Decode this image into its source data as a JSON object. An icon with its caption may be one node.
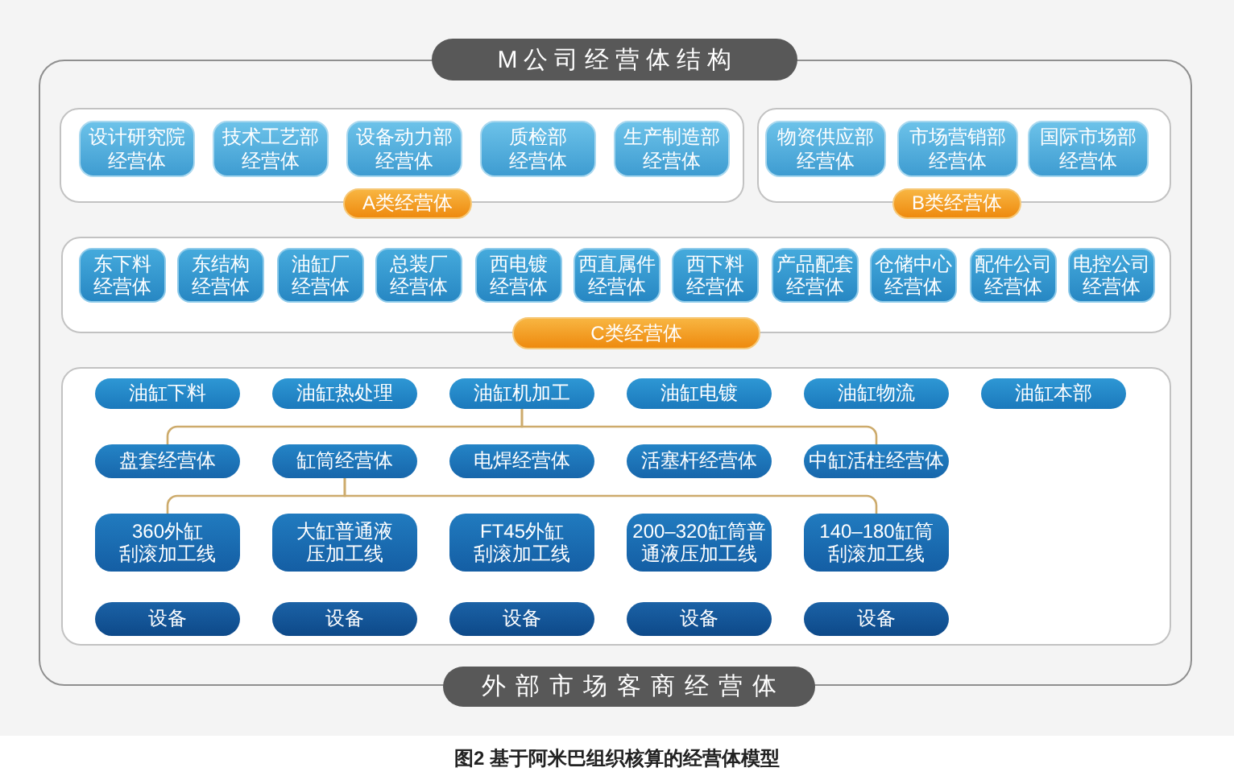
{
  "diagram": {
    "caption": "图2 基于阿米巴组织核算的经营体模型",
    "nodes": [
      {
        "text": [
          "M公司经营体结构"
        ]
      },
      {
        "text": [
          "A类经营体"
        ],
        "in": 0
      },
      {
        "text": [
          "设计研究院经营体"
        ],
        "in": 1
      },
      {
        "text": [
          "技术工艺部经营体"
        ],
        "in": 1
      },
      {
        "text": [
          "设备动力部经营体"
        ],
        "in": 1
      },
      {
        "text": [
          "质检部经营体"
        ],
        "in": 1
      },
      {
        "text": [
          "生产制造部经营体"
        ],
        "in": 1
      },
      {
        "text": [
          "B类经营体"
        ],
        "in": 0
      },
      {
        "text": [
          "物资供应部经营体"
        ],
        "in": 7
      },
      {
        "text": [
          "市场营销部经营体"
        ],
        "in": 7
      },
      {
        "text": [
          "国际市场部经营体"
        ],
        "in": 7
      },
      {
        "text": [
          "C类经营体"
        ],
        "in": 0
      },
      {
        "text": [
          "东下料经营体"
        ],
        "in": 11
      },
      {
        "text": [
          "东结构经营体"
        ],
        "in": 11
      },
      {
        "text": [
          "油缸厂经营体"
        ],
        "in": 11
      },
      {
        "text": [
          "总装厂经营体"
        ],
        "in": 11
      },
      {
        "text": [
          "西电镀经营体"
        ],
        "in": 11
      },
      {
        "text": [
          "西直属件经营体"
        ],
        "in": 11
      },
      {
        "text": [
          "西下料经营体"
        ],
        "in": 11
      },
      {
        "text": [
          "产品配套经营体"
        ],
        "in": 11
      },
      {
        "text": [
          "仓储中心经营体"
        ],
        "in": 11
      },
      {
        "text": [
          "配件公司经营体"
        ],
        "in": 11
      },
      {
        "text": [
          "电控公司经营体"
        ],
        "in": 11
      },
      {
        "text": [],
        "shape": "box",
        "in": 0
      },
      {
        "text": [
          "油缸下料"
        ],
        "in": 23
      },
      {
        "text": [
          "油缸热处理"
        ],
        "in": 23
      },
      {
        "text": [
          "油缸机加工"
        ],
        "in": 23
      },
      {
        "text": [
          "油缸电镀"
        ],
        "in": 23
      },
      {
        "text": [
          "油缸物流"
        ],
        "in": 23
      },
      {
        "text": [
          "油缸本部"
        ],
        "in": 23
      },
      {
        "text": [
          "盘套经营体"
        ],
        "in": 23
      },
      {
        "text": [
          "缸筒经营体"
        ],
        "in": 23
      },
      {
        "text": [
          "电焊经营体"
        ],
        "in": 23
      },
      {
        "text": [
          "活塞杆经营体"
        ],
        "in": 23
      },
      {
        "text": [
          "中缸活柱经营体"
        ],
        "in": 23
      },
      {
        "text": [
          "360外缸刮滚加工线"
        ],
        "in": 23
      },
      {
        "text": [
          "大缸普通液压加工线"
        ],
        "in": 23
      },
      {
        "text": [
          "FT45外缸刮滚加工线"
        ],
        "in": 23
      },
      {
        "text": [
          "200–320缸筒普通液压加工线"
        ],
        "in": 23
      },
      {
        "text": [
          "140–180缸筒刮滚加工线"
        ],
        "in": 23
      },
      {
        "text": [
          "设备"
        ],
        "in": 23
      },
      {
        "text": [
          "设备"
        ],
        "in": 23
      },
      {
        "text": [
          "设备"
        ],
        "in": 23
      },
      {
        "text": [
          "设备"
        ],
        "in": 23
      },
      {
        "text": [
          "设备"
        ],
        "in": 23
      },
      {
        "text": [
          "外部市场客商经营体"
        ]
      }
    ],
    "edges": [
      {
        "from": 26,
        "to": 30,
        "arrow": "none"
      },
      {
        "from": 26,
        "to": 34,
        "arrow": "none"
      },
      {
        "from": 31,
        "to": 35,
        "arrow": "none"
      },
      {
        "from": 31,
        "to": 39,
        "arrow": "none"
      }
    ]
  }
}
